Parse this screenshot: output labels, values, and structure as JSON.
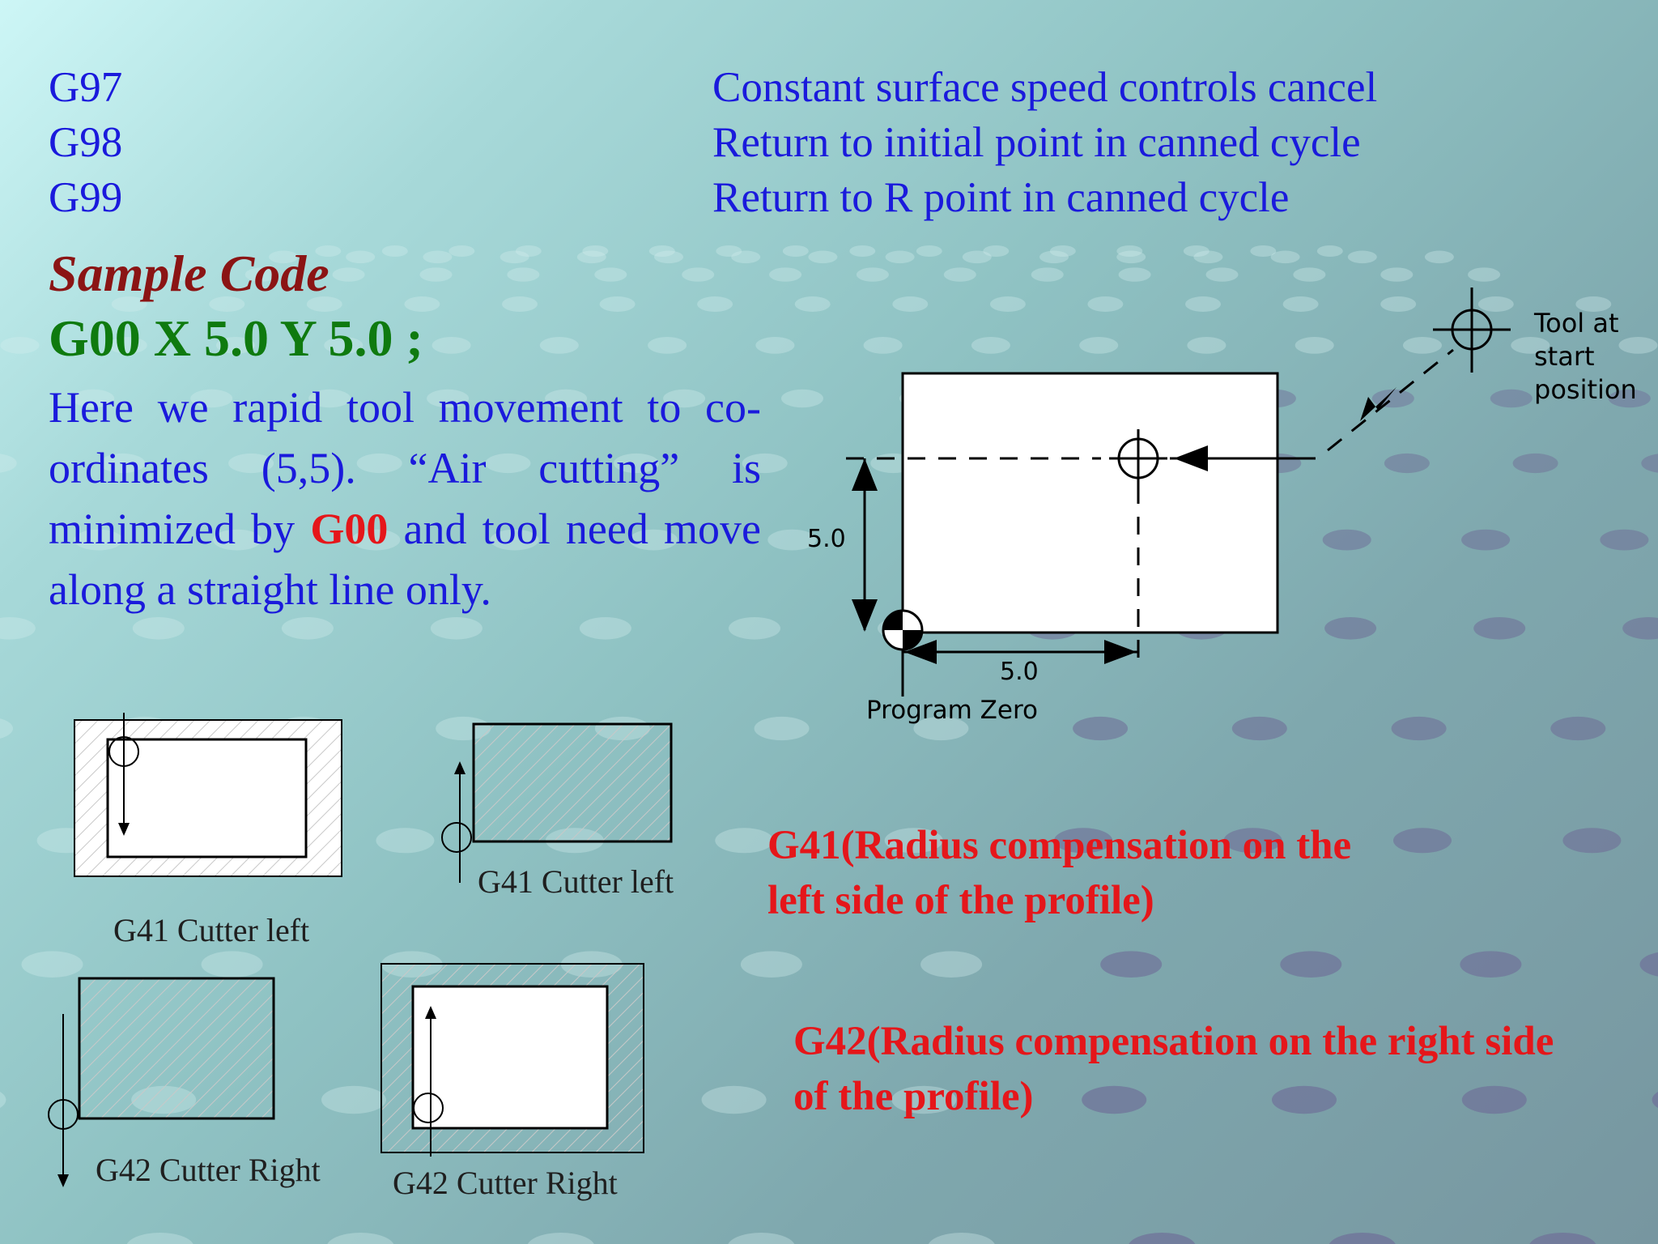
{
  "codes": [
    {
      "code": "G97",
      "description": "Constant surface speed controls cancel"
    },
    {
      "code": "G98",
      "description": "Return to initial point in canned cycle"
    },
    {
      "code": "G99",
      "description": "Return to R point in canned cycle"
    }
  ],
  "sample": {
    "title": "Sample Code",
    "code": "G00 X 5.0 Y 5.0 ;",
    "explanation_before": "Here we rapid tool movement to co-ordinates (5,5). “Air cutting” is minimized by ",
    "highlight": "G00",
    "explanation_after": " and tool need move along a straight line only."
  },
  "diagram": {
    "tool_label_lines": [
      "Tool at",
      "start",
      "position"
    ],
    "dim_vertical": "5.0",
    "dim_horizontal": "5.0",
    "origin_label": "Program Zero"
  },
  "illustrations": [
    {
      "label": "G41 Cutter left"
    },
    {
      "label": "G41 Cutter left"
    },
    {
      "label": "G42 Cutter Right"
    },
    {
      "label": "G42 Cutter Right"
    }
  ],
  "notes": {
    "g41": "G41(Radius compensation on the left side of the profile)",
    "g42": "G42(Radius compensation on the right side of the profile)"
  },
  "colors": {
    "body_text": "#1a1adc",
    "sample_title": "#8b1414",
    "sample_code": "#0f7a0f",
    "highlight": "#e5161a"
  }
}
